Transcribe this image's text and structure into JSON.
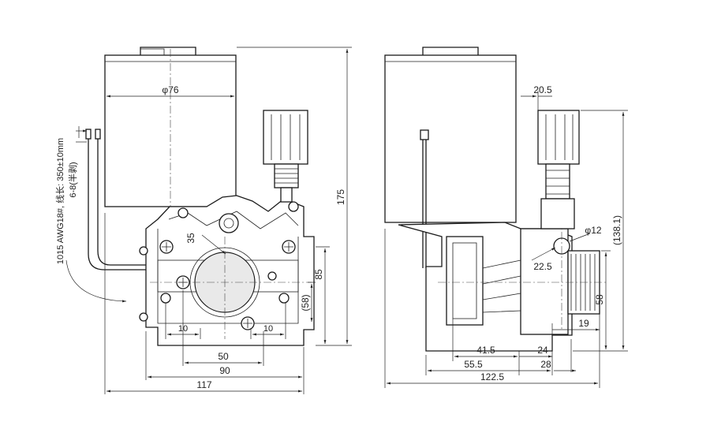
{
  "dimensions": {
    "motor_diameter": "φ76",
    "height_total": "175",
    "width_left": "117",
    "width_90": "90",
    "width_50": "50",
    "gap_10_left": "10",
    "gap_10_right": "10",
    "radius_35": "35",
    "height_85": "85",
    "height_58_ref": "(58)",
    "knob_20_5": "20.5",
    "height_138_1": "(138.1)",
    "hole_dia_12": "φ12",
    "offset_22_5": "22.5",
    "height_58": "58",
    "depth_19": "19",
    "depth_24": "24",
    "depth_28": "28",
    "depth_41_5": "41.5",
    "depth_55_5": "55.5",
    "width_right": "122.5"
  },
  "notes": {
    "wire_spec": "1015 AWG18#, 线长: 350±10mm",
    "terminal": "6-8(半剥)"
  }
}
